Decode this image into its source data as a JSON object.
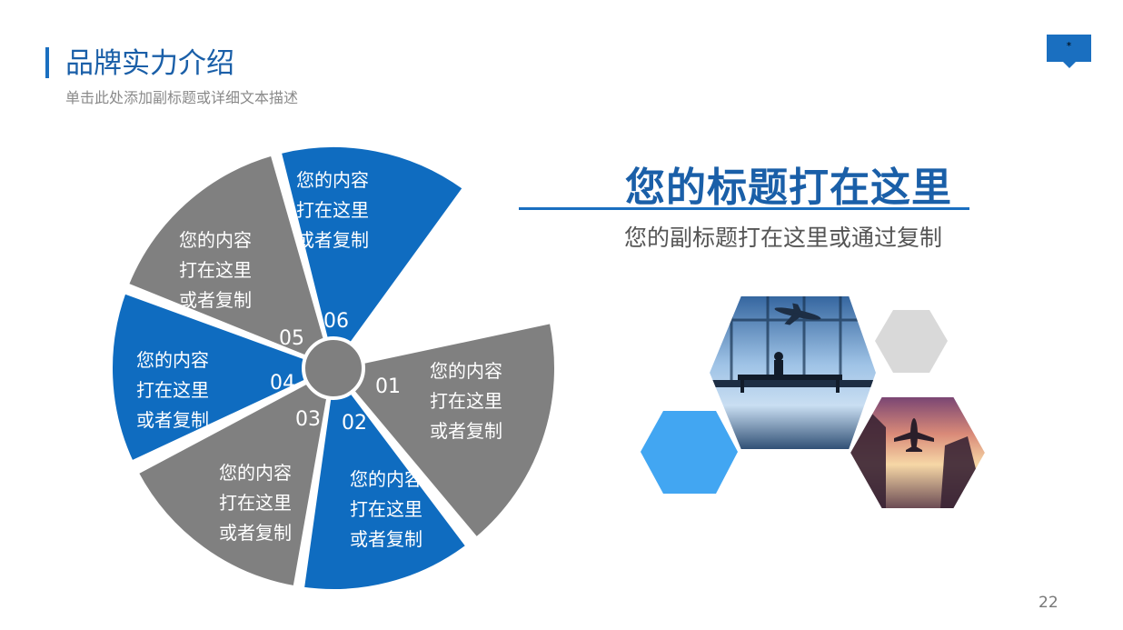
{
  "header": {
    "title": "品牌实力介绍",
    "subtitle": "单击此处添加副标题或详细文本描述",
    "tag": "*"
  },
  "headline": {
    "title": "您的标题打在这里",
    "subtitle": "您的副标题打在这里或通过复制"
  },
  "segments": [
    {
      "number": "01",
      "lines": [
        "您的内容",
        "打在这里",
        "或者复制"
      ],
      "color": "#808080"
    },
    {
      "number": "02",
      "lines": [
        "您的内容",
        "打在这里",
        "或者复制"
      ],
      "color": "#0f6cc0"
    },
    {
      "number": "03",
      "lines": [
        "您的内容",
        "打在这里",
        "或者复制"
      ],
      "color": "#808080"
    },
    {
      "number": "04",
      "lines": [
        "您的内容",
        "打在这里",
        "或者复制"
      ],
      "color": "#0f6cc0"
    },
    {
      "number": "05",
      "lines": [
        "您的内容",
        "打在这里",
        "或者复制"
      ],
      "color": "#808080"
    },
    {
      "number": "06",
      "lines": [
        "您的内容",
        "打在这里",
        "或者复制"
      ],
      "color": "#0f6cc0"
    }
  ],
  "colors": {
    "brand_blue": "#1a6fc0",
    "hub_gray": "#7f7f7f",
    "hex_light_blue": "#42a6f2",
    "hex_light_gray": "#d9d9d9"
  },
  "page_number": "22"
}
